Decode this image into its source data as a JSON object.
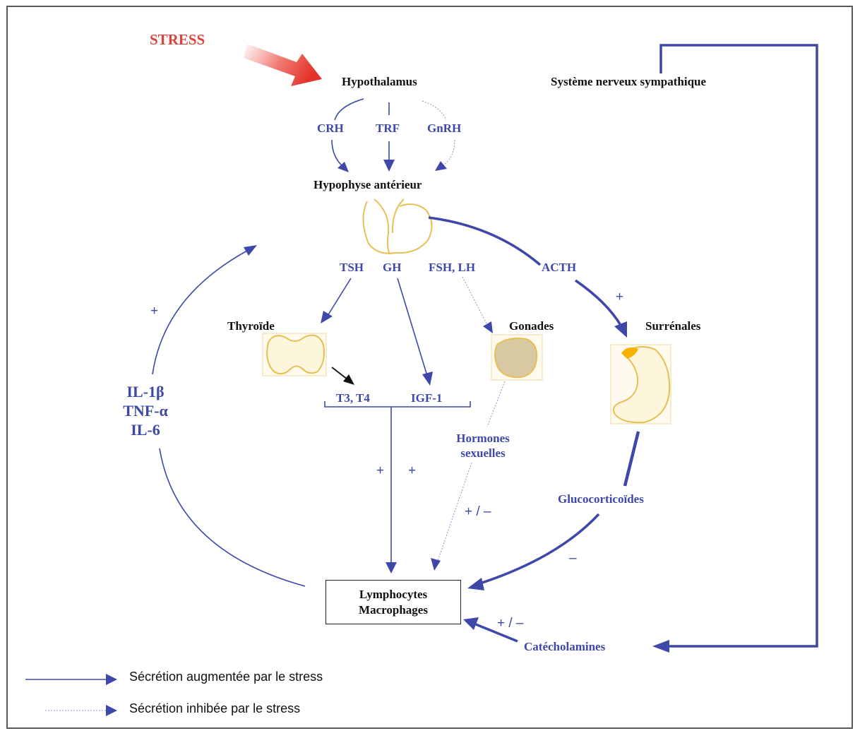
{
  "stress_label": "STRESS",
  "hypothalamus": "Hypothalamus",
  "sympathetic": "Système nerveux sympathique",
  "hormones_hypothalamus": {
    "crh": "CRH",
    "trf": "TRF",
    "gnrh": "GnRH"
  },
  "pituitary": "Hypophyse antérieur",
  "pituitary_hormones": {
    "tsh": "TSH",
    "gh": "GH",
    "fsh_lh": "FSH, LH",
    "acth": "ACTH"
  },
  "glands": {
    "thyroid": "Thyroïde",
    "gonads": "Gonades",
    "adrenals": "Surrénales"
  },
  "products": {
    "t3_t4": "T3, T4",
    "igf1": "IGF-1",
    "sex_hormones": "Hormones sexuelles",
    "glucocorticoids": "Glucocorticoïdes",
    "catecholamines": "Catécholamines"
  },
  "cytokines": [
    "IL-1β",
    "TNF-α",
    "IL-6"
  ],
  "target": {
    "line1": "Lymphocytes",
    "line2": "Macrophages"
  },
  "signs": {
    "plus": "+",
    "minus": "–",
    "plus_minus": "+ / –"
  },
  "legend": [
    {
      "text": "Sécrétion augmentée par le stress",
      "style": "solid"
    },
    {
      "text": "Sécrétion inhibée par le stress",
      "style": "dotted"
    }
  ],
  "colors": {
    "blue": "#3d48a8",
    "red": "#e0413a",
    "gland_outline": "#e6bf55",
    "gland_fill": "#fdf6dc",
    "gonad_fill": "#d8c9a3"
  }
}
